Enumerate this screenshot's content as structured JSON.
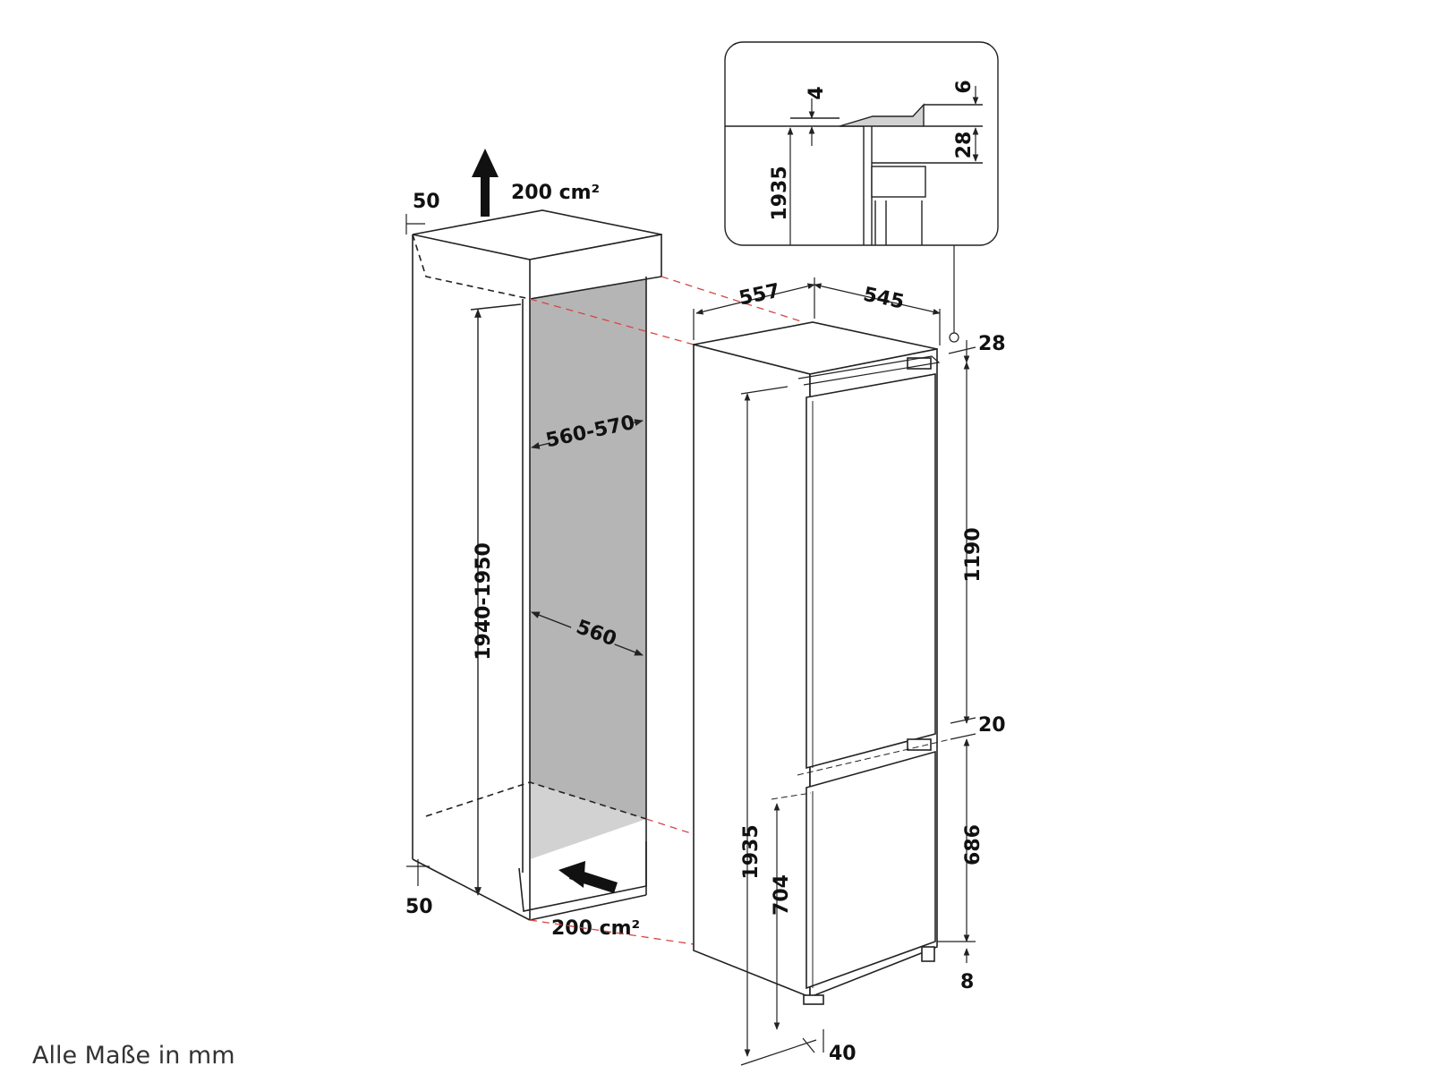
{
  "dimensions": {
    "air_top": "200 cm²",
    "air_bottom": "200 cm²",
    "top_gap": "50",
    "bottom_gap": "50",
    "niche_height": "1940-1950",
    "niche_width_top": "560-570",
    "niche_width": "560",
    "depth_total": "557",
    "depth_body": "545",
    "top_hinge": "28",
    "upper_door": "1190",
    "door_gap": "20",
    "lower_door": "686",
    "bottom_gap_right": "8",
    "appliance_height": "1935",
    "lower_section": "704",
    "foot": "40",
    "detail_4": "4",
    "detail_6": "6",
    "detail_28": "28",
    "detail_1935": "1935"
  },
  "footer": "Alle Maße in mm",
  "colors": {
    "niche_fill": "#b5b5b5",
    "niche_floor": "#d2d2d2",
    "dashed_red": "#d64545",
    "line": "#222222"
  }
}
